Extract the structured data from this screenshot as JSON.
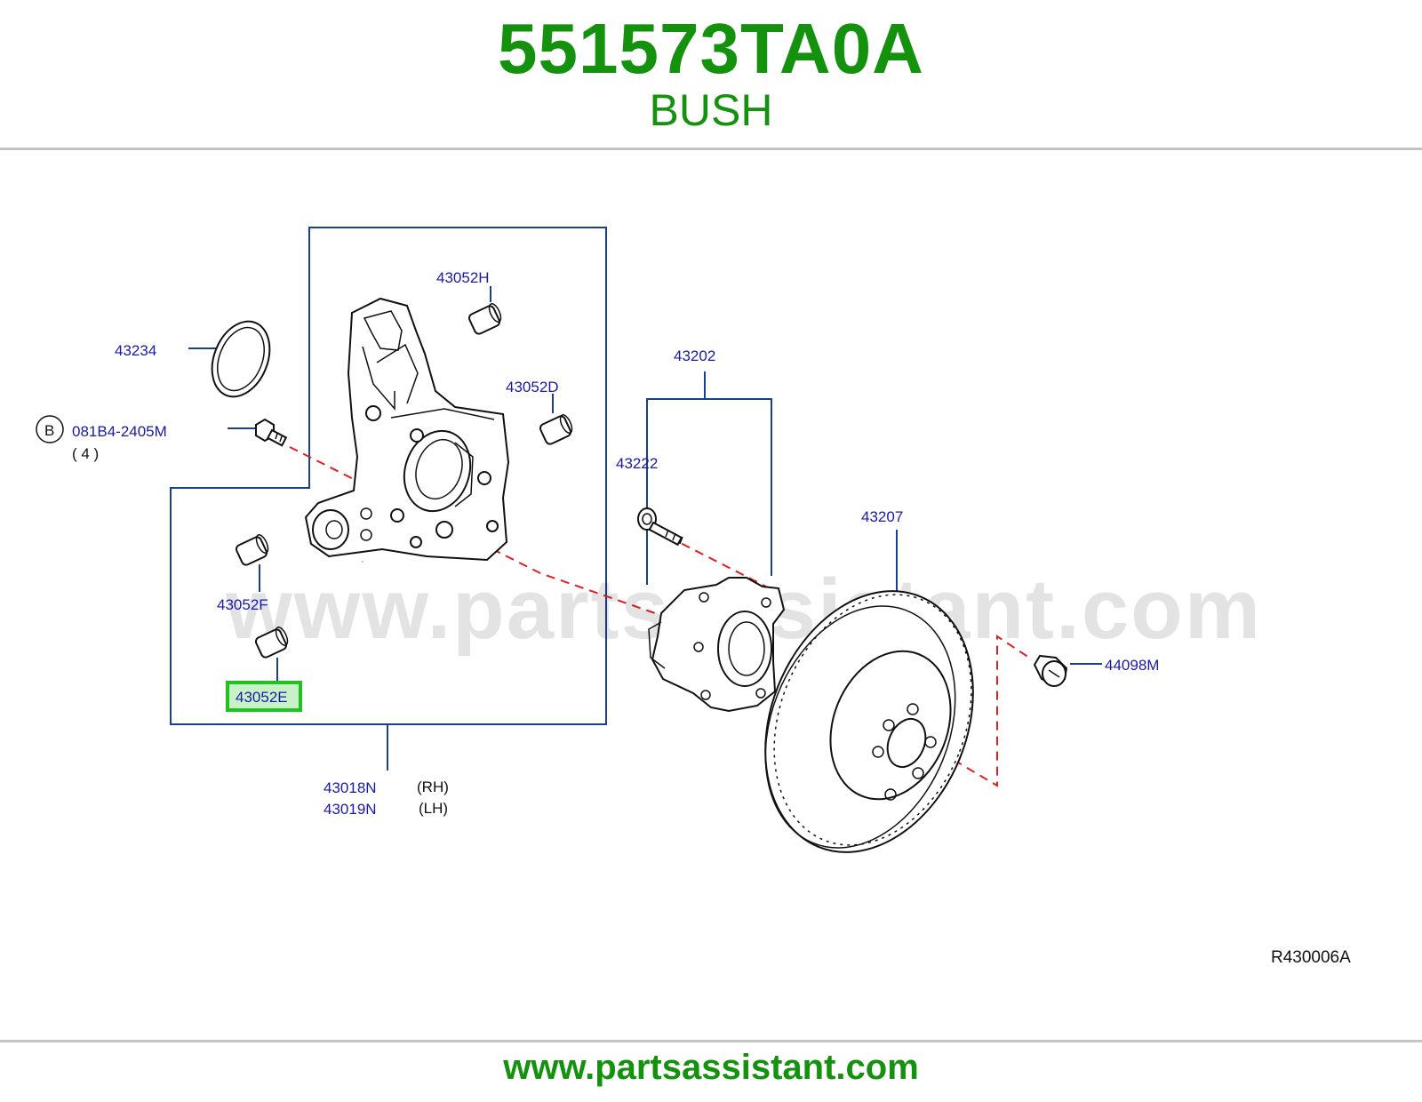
{
  "header": {
    "part_number": "551573TA0A",
    "part_name": "BUSH"
  },
  "diagram": {
    "callouts": {
      "c_43052h": "43052H",
      "c_43234": "43234",
      "c_43052d": "43052D",
      "c_bolt": "081B4-2405M",
      "c_bolt_qty": "( 4 )",
      "c_bolt_ref": "B",
      "c_43202": "43202",
      "c_43222": "43222",
      "c_43207": "43207",
      "c_43052f": "43052F",
      "c_43052e": "43052E",
      "c_44098m": "44098M",
      "c_43018n": "43018N",
      "c_43019n": "43019N",
      "c_rh": "(RH)",
      "c_lh": "(LH)"
    },
    "highlighted_part": "43052E",
    "highlight_color": "#1fc21f",
    "callout_color": "#1a1aa8",
    "explode_line_color": "#e02020",
    "drawing_ref": "R430006A",
    "watermark": "www.partsassistant.com"
  },
  "footer": {
    "url": "www.partsassistant.com"
  },
  "colors": {
    "brand_green": "#14920e",
    "rule_gray": "#c4c4c4"
  }
}
